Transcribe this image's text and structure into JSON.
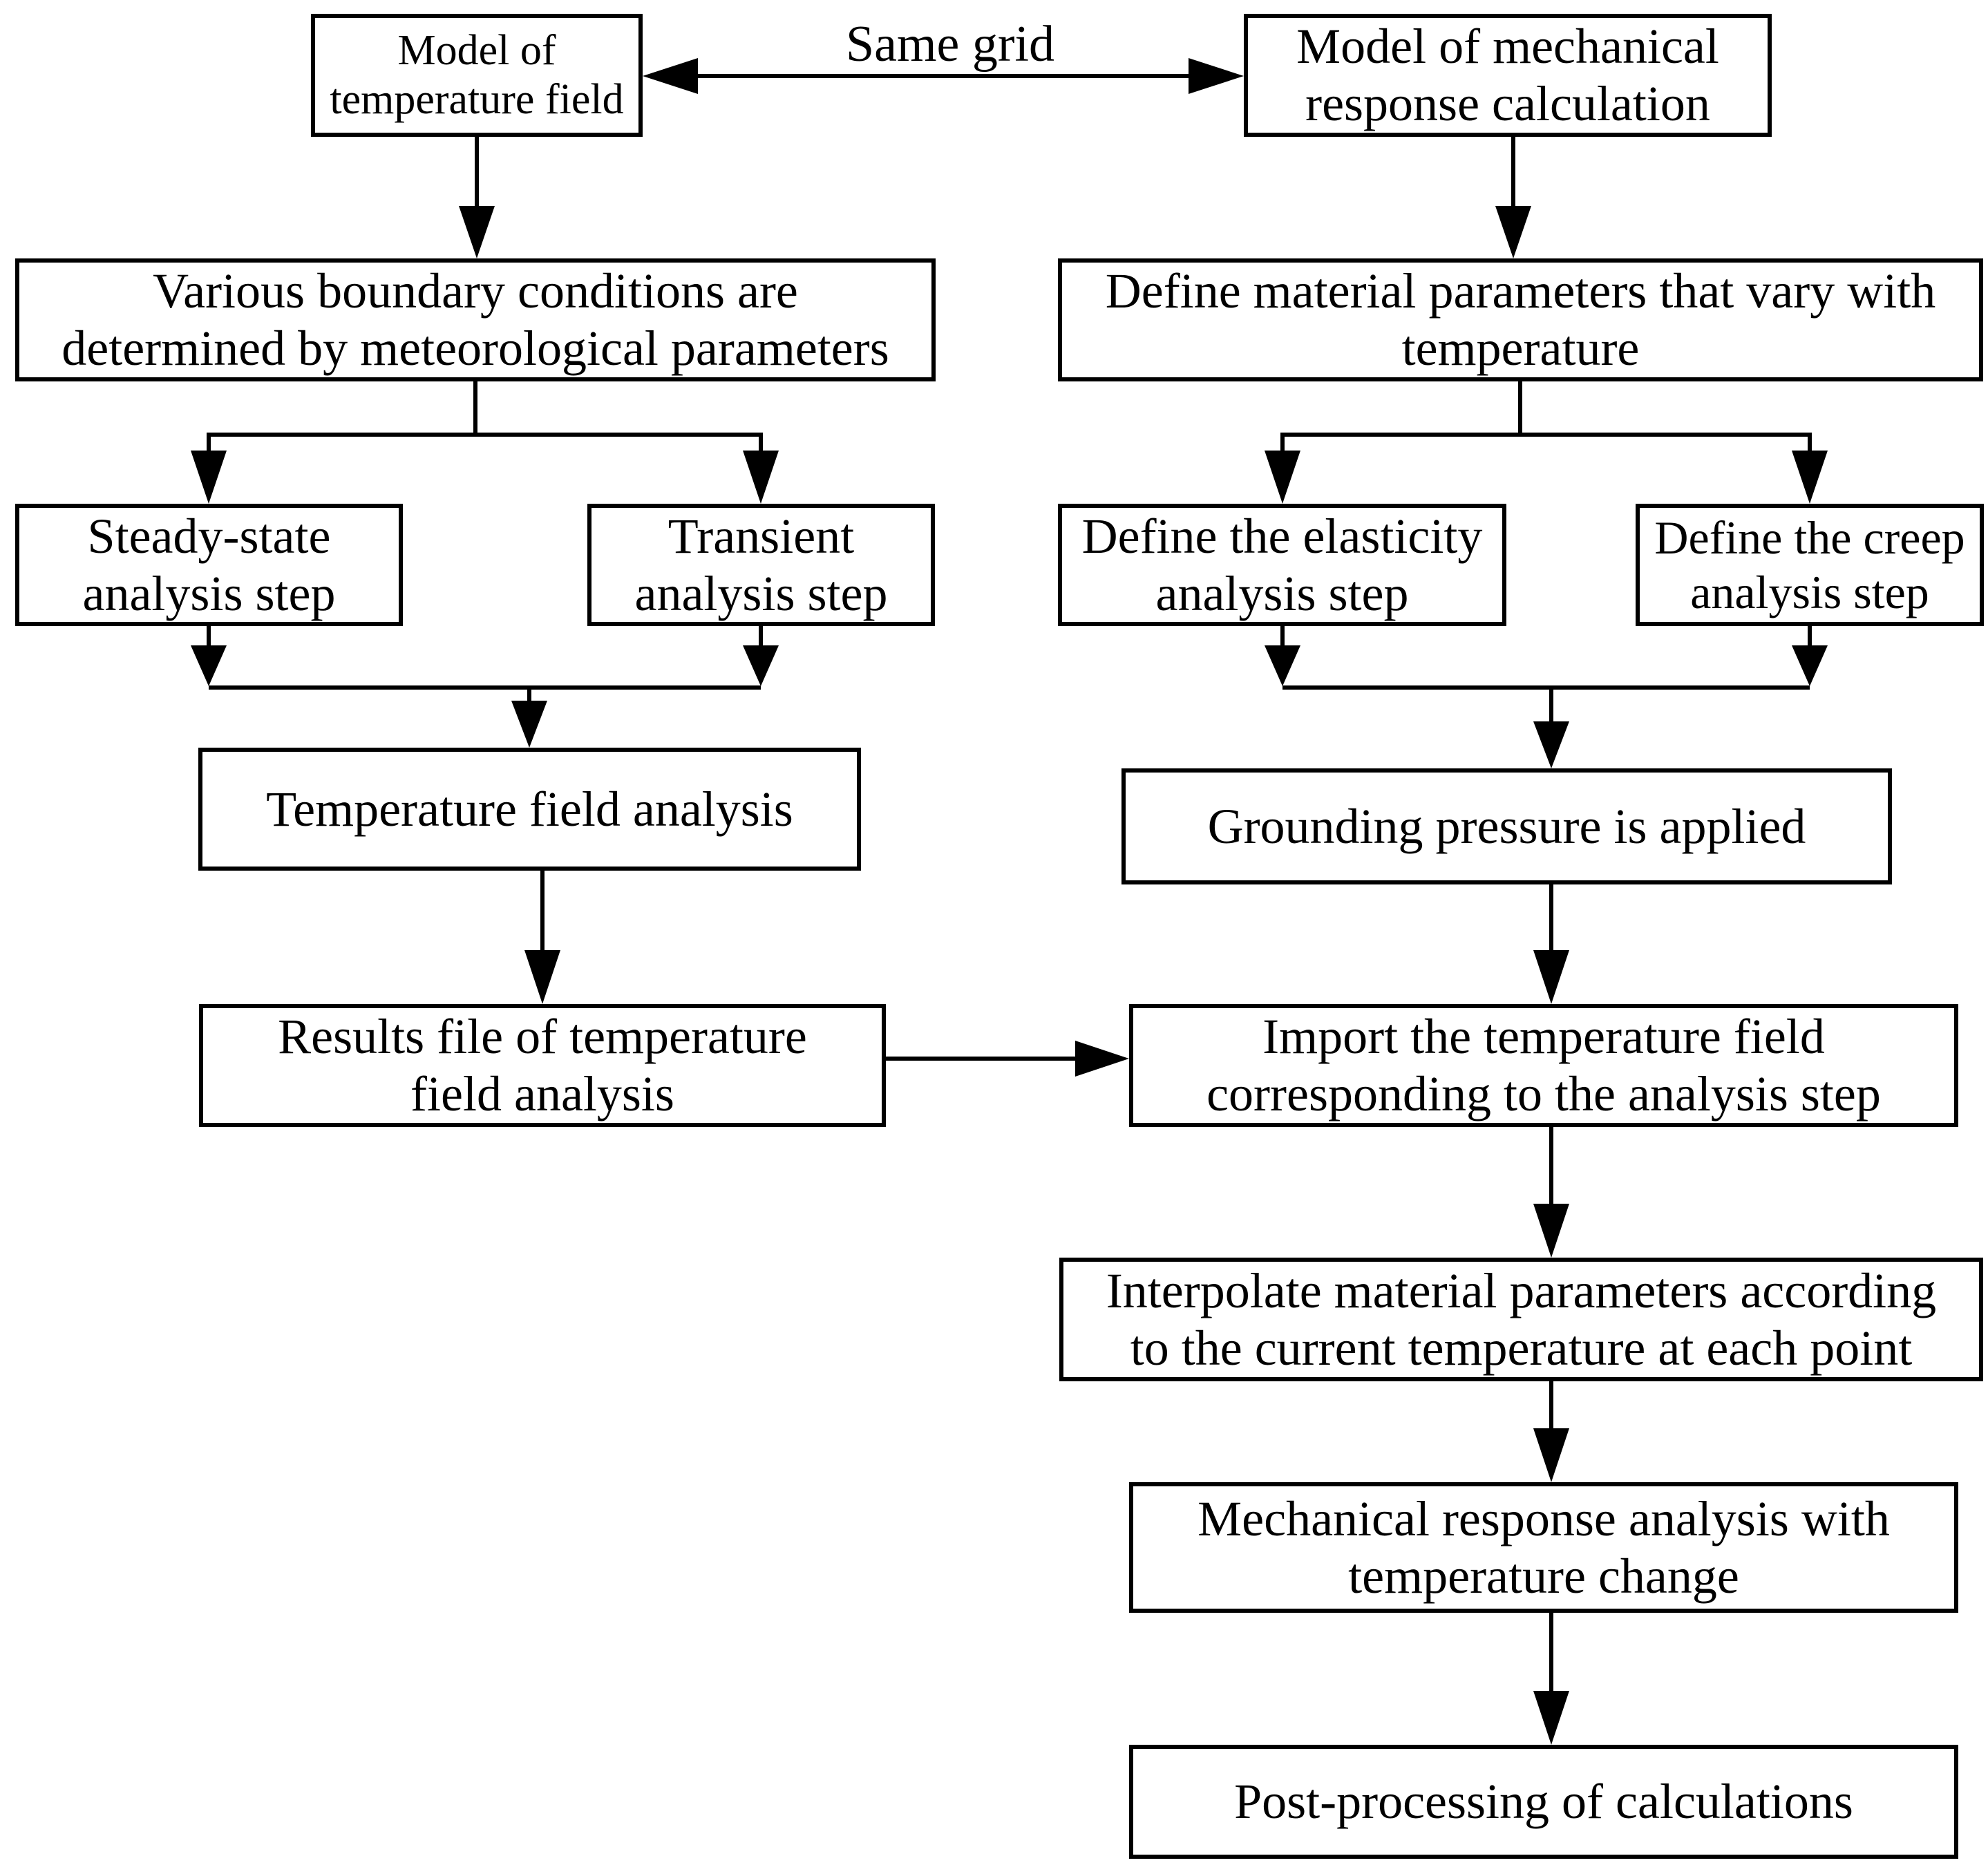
{
  "colors": {
    "line": "#000000",
    "text": "#000000",
    "background": "#ffffff"
  },
  "connector_label": "Same grid",
  "boxes": {
    "model_temperature_field": "Model of\ntemperature field",
    "model_mechanical_response": "Model of mechanical\nresponse calculation",
    "boundary_conditions": "Various boundary conditions are\ndetermined by meteorological parameters",
    "define_material_parameters": "Define material parameters that vary with\ntemperature",
    "steady_state_step": "Steady-state\nanalysis step",
    "transient_step": "Transient\nanalysis step",
    "elasticity_step": "Define the elasticity\nanalysis step",
    "creep_step": "Define the creep\nanalysis step",
    "temperature_field_analysis": "Temperature field analysis",
    "grounding_pressure": "Grounding pressure is applied",
    "results_file": "Results file of temperature\nfield analysis",
    "import_temperature_field": "Import the temperature field\ncorresponding to the analysis step",
    "interpolate_parameters": "Interpolate material parameters according\nto the current temperature at each point",
    "mechanical_response_analysis": "Mechanical response analysis with\ntemperature change",
    "post_processing": "Post-processing of calculations"
  }
}
